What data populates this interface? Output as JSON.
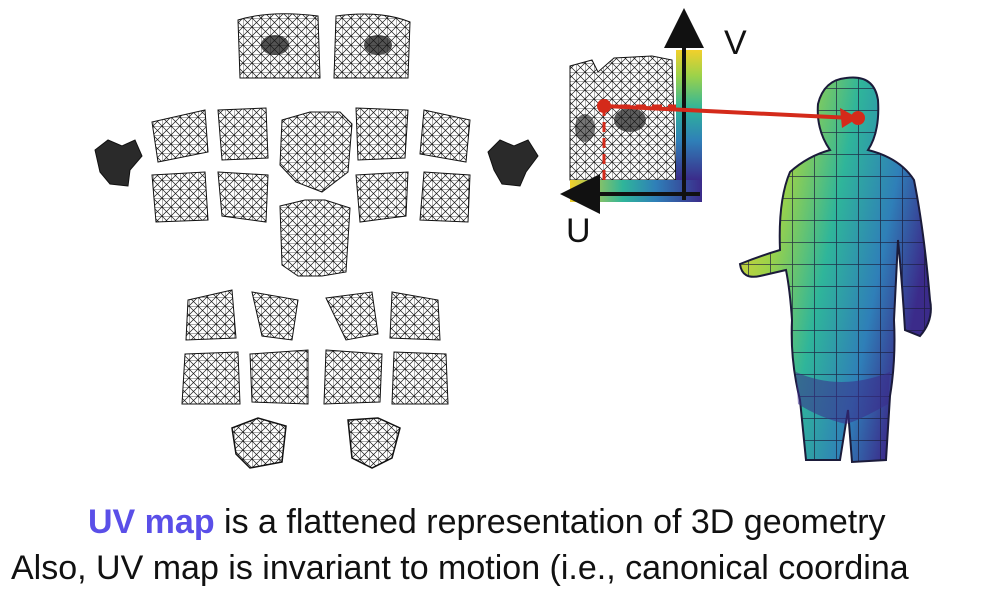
{
  "axes": {
    "v_label": "V",
    "u_label": "U"
  },
  "caption": {
    "line1_highlight": "UV map",
    "line1_rest": " is a flattened representation of 3D geometry",
    "line2": "Also, UV map is invariant to motion (i.e., canonical coordina"
  },
  "colors": {
    "highlight": "#5a4fe8",
    "arrow": "#d42a1a",
    "mesh": "#1a1a1a",
    "gradient": [
      "#3b2b8a",
      "#2f7fb8",
      "#2fb59a",
      "#9bd24a",
      "#f2d02b"
    ]
  }
}
